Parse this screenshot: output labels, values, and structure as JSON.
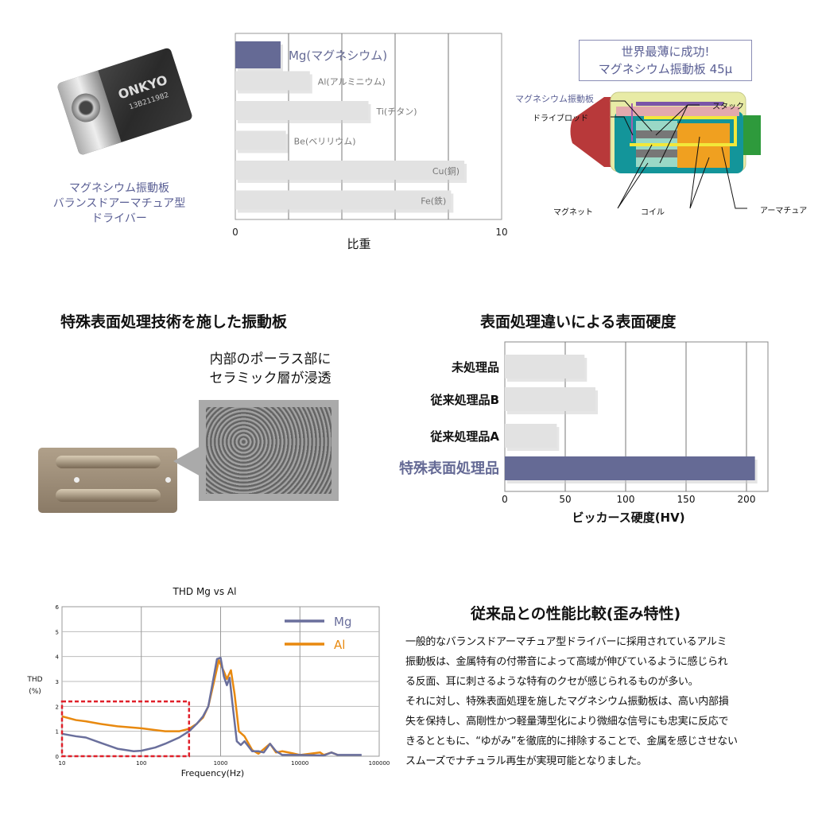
{
  "driver_photo": {
    "logo_text": "ONKYO",
    "serial": "13B211982",
    "caption_lines": [
      "マグネシウム振動板",
      "バランスドアーマチュア型",
      "ドライバー"
    ]
  },
  "density_chart": {
    "type": "bar",
    "orientation": "horizontal",
    "categories": [
      "Mg(マグネシウム)",
      "Al(アルミニウム)",
      "Ti(チタン)",
      "Be(ベリリウム)",
      "Cu(銅)",
      "Fe(鉄)"
    ],
    "values": [
      1.7,
      2.8,
      5.0,
      1.9,
      8.6,
      8.1
    ],
    "highlight_index": 0,
    "xlabel": "比重",
    "xlim": [
      0,
      10
    ],
    "tick_labels": [
      "0",
      "10"
    ],
    "grid_step": 2
  },
  "diagram": {
    "headline_lines": [
      "世界最薄に成功!",
      "マグネシウム振動板 45μ"
    ],
    "labels": {
      "diaphragm": "マグネシウム振動板",
      "drive_rod": "ドライブロッド",
      "stack": "スタック",
      "magnet": "マグネット",
      "coil": "コイル",
      "armature": "アーマチュア"
    }
  },
  "surface": {
    "title": "特殊表面処理技術を施した振動板",
    "callout_lines": [
      "内部のポーラス部に",
      "セラミック層が浸透"
    ]
  },
  "chart_data": [
    {
      "type": "bar",
      "orientation": "horizontal",
      "title": "表面処理違いによる表面硬度",
      "categories": [
        "未処理品",
        "従来処理品B",
        "従来処理品A",
        "特殊表面処理品"
      ],
      "values": [
        66,
        75,
        43,
        207
      ],
      "highlight_index": 3,
      "xlabel": "ビッカース硬度(HV)",
      "xlim": [
        0,
        220
      ],
      "ticks": [
        0,
        50,
        100,
        150,
        200
      ],
      "grid": true
    },
    {
      "type": "line",
      "title": "THD  Mg vs Al",
      "xlabel": "Frequency(Hz)",
      "ylabel_lines": [
        "THD",
        "(%)"
      ],
      "xscale": "log",
      "xlim": [
        10,
        100000
      ],
      "ylim": [
        0,
        6
      ],
      "xticks": [
        10,
        100,
        1000,
        10000,
        100000
      ],
      "yticks": [
        0,
        1,
        2,
        3,
        4,
        5,
        6
      ],
      "legend": "top-right",
      "grid": true,
      "highlight_box": {
        "x": [
          10,
          400
        ],
        "y": [
          0,
          2.2
        ]
      },
      "series": [
        {
          "name": "Mg",
          "color": "#6a6f9c",
          "points": [
            [
              10,
              0.9
            ],
            [
              15,
              0.8
            ],
            [
              20,
              0.75
            ],
            [
              30,
              0.55
            ],
            [
              50,
              0.3
            ],
            [
              80,
              0.2
            ],
            [
              100,
              0.22
            ],
            [
              150,
              0.35
            ],
            [
              200,
              0.5
            ],
            [
              300,
              0.75
            ],
            [
              400,
              1.0
            ],
            [
              500,
              1.3
            ],
            [
              600,
              1.6
            ],
            [
              700,
              2.0
            ],
            [
              800,
              3.0
            ],
            [
              900,
              3.9
            ],
            [
              1000,
              3.95
            ],
            [
              1100,
              3.2
            ],
            [
              1200,
              2.85
            ],
            [
              1300,
              3.15
            ],
            [
              1400,
              2.2
            ],
            [
              1600,
              0.6
            ],
            [
              1800,
              0.45
            ],
            [
              2000,
              0.6
            ],
            [
              2500,
              0.2
            ],
            [
              3000,
              0.2
            ],
            [
              3500,
              0.15
            ],
            [
              4200,
              0.5
            ],
            [
              5000,
              0.2
            ],
            [
              6000,
              0.05
            ],
            [
              8000,
              0.05
            ],
            [
              10000,
              0.05
            ],
            [
              20000,
              0.03
            ],
            [
              25000,
              0.15
            ],
            [
              30000,
              0.05
            ],
            [
              60000,
              0.05
            ]
          ]
        },
        {
          "name": "Al",
          "color": "#e8890f",
          "points": [
            [
              10,
              1.6
            ],
            [
              15,
              1.45
            ],
            [
              20,
              1.4
            ],
            [
              30,
              1.3
            ],
            [
              50,
              1.2
            ],
            [
              100,
              1.12
            ],
            [
              150,
              1.05
            ],
            [
              200,
              1.0
            ],
            [
              300,
              1.0
            ],
            [
              400,
              1.1
            ],
            [
              500,
              1.3
            ],
            [
              600,
              1.55
            ],
            [
              700,
              2.0
            ],
            [
              800,
              2.8
            ],
            [
              950,
              3.85
            ],
            [
              1100,
              3.4
            ],
            [
              1200,
              3.1
            ],
            [
              1350,
              3.45
            ],
            [
              1500,
              2.5
            ],
            [
              1700,
              1.0
            ],
            [
              2000,
              0.8
            ],
            [
              2500,
              0.25
            ],
            [
              3000,
              0.1
            ],
            [
              4200,
              0.5
            ],
            [
              5000,
              0.15
            ],
            [
              6000,
              0.2
            ],
            [
              8000,
              0.12
            ],
            [
              10000,
              0.05
            ],
            [
              18000,
              0.15
            ],
            [
              20000,
              0.05
            ],
            [
              25000,
              0.15
            ],
            [
              30000,
              0.05
            ]
          ]
        }
      ]
    }
  ],
  "comparison": {
    "title": "従来品との性能比較(歪み特性)",
    "paragraph": "一般的なバランスドアーマチュア型ドライバーに採用されているアルミ\n振動板は、金属特有の付帯音によって高域が伸びているように感じられ\nる反面、耳に刺さるような特有のクセが感じられるものが多い。\nそれに対し、特殊表面処理を施したマグネシウム振動板は、高い内部損\n失を保持し、高剛性かつ軽量薄型化により微細な信号にも忠実に反応で\nきるとともに、“ゆがみ”を徹底的に排除することで、金属を感じさせない\nスムーズでナチュラル再生が実現可能となりました。"
  },
  "colors": {
    "accent": "#656a95",
    "bar_gray": "#e2e2e2",
    "mg": "#6a6f9c",
    "al": "#e8890f",
    "box": "#e0202a"
  }
}
